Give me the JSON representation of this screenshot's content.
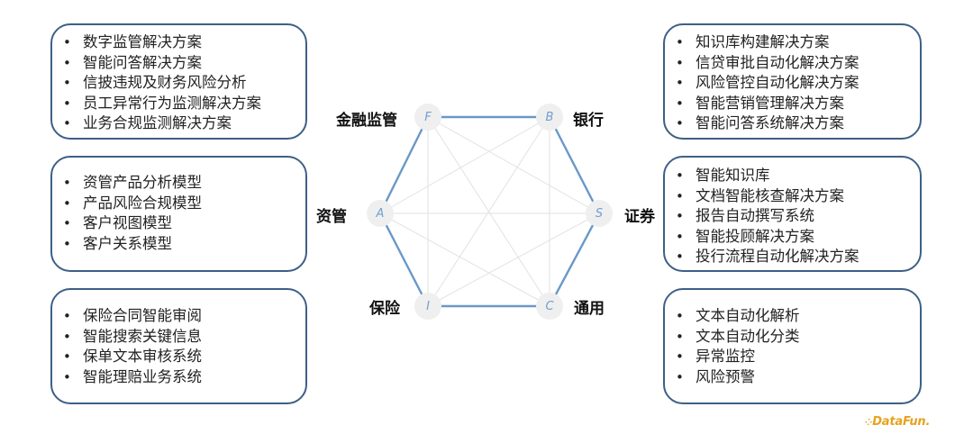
{
  "nodes": {
    "F": {
      "letter": "F",
      "label": "金融监管"
    },
    "B": {
      "letter": "B",
      "label": "银行"
    },
    "A": {
      "letter": "A",
      "label": "资管"
    },
    "S": {
      "letter": "S",
      "label": "证券"
    },
    "I": {
      "letter": "I",
      "label": "保险"
    },
    "C": {
      "letter": "C",
      "label": "通用"
    }
  },
  "boxes": {
    "financial_regulation": [
      "数字监管解决方案",
      "智能问答解决方案",
      "信披违规及财务风险分析",
      "员工异常行为监测解决方案",
      "业务合规监测解决方案"
    ],
    "asset_management": [
      "资管产品分析模型",
      "产品风险合规模型",
      "客户视图模型",
      "客户关系模型"
    ],
    "insurance": [
      "保险合同智能审阅",
      "智能搜索关键信息",
      "保单文本审核系统",
      "智能理赔业务系统"
    ],
    "bank": [
      "知识库构建解决方案",
      "信贷审批自动化解决方案",
      "风险管控自动化解决方案",
      "智能营销管理解决方案",
      "智能问答系统解决方案"
    ],
    "securities": [
      "智能知识库",
      "文档智能核查解决方案",
      "报告自动撰写系统",
      "智能投顾解决方案",
      "投行流程自动化解决方案"
    ],
    "general": [
      "文本自动化解析",
      "文本自动化分类",
      "异常监控",
      "风险预警"
    ]
  },
  "logo": {
    "text": "DataFun."
  },
  "colors": {
    "border": "#3d5f86",
    "hex_edge": "#6a98c8",
    "inner_edge": "#e2e2e2",
    "node_fill": "#efefef",
    "node_text": "#6fa0cf",
    "logo": "#e6a21d"
  }
}
